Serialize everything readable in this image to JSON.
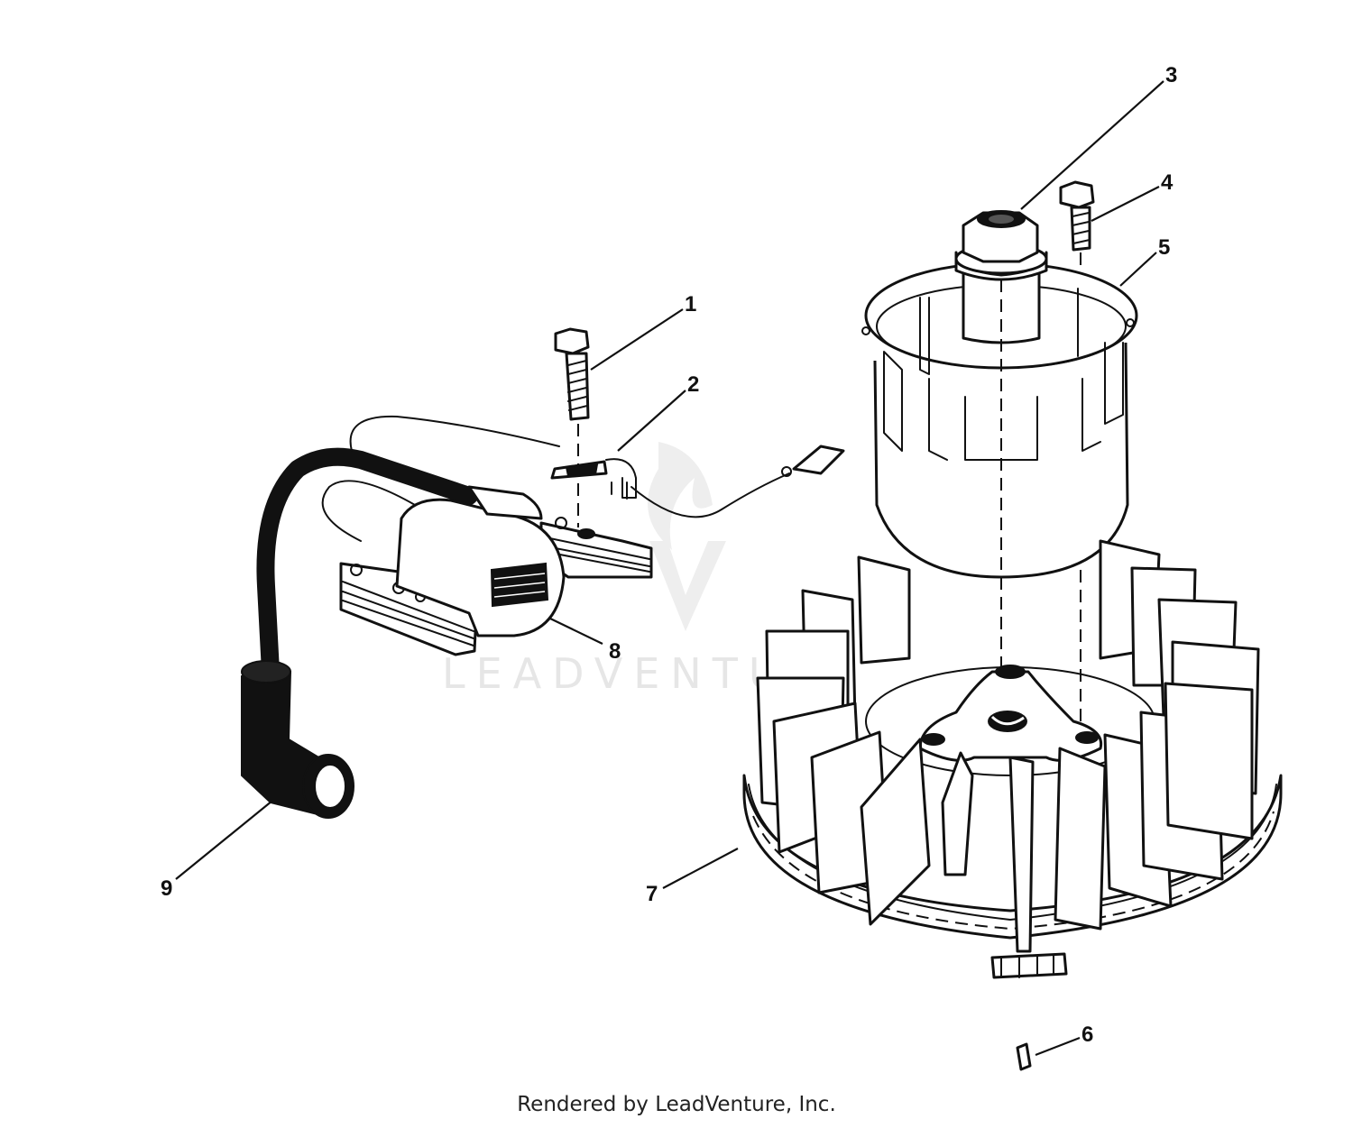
{
  "diagram": {
    "watermark": "LEADVENTURE",
    "callouts": [
      {
        "id": "1",
        "label": "1"
      },
      {
        "id": "2",
        "label": "2"
      },
      {
        "id": "3",
        "label": "3"
      },
      {
        "id": "4",
        "label": "4"
      },
      {
        "id": "5",
        "label": "5"
      },
      {
        "id": "6",
        "label": "6"
      },
      {
        "id": "7",
        "label": "7"
      },
      {
        "id": "8",
        "label": "8"
      },
      {
        "id": "9",
        "label": "9"
      }
    ]
  },
  "footer": {
    "credit": "Rendered by LeadVenture, Inc."
  },
  "colors": {
    "ink": "#111111",
    "background": "#ffffff",
    "watermark": "#e6e6e6"
  }
}
